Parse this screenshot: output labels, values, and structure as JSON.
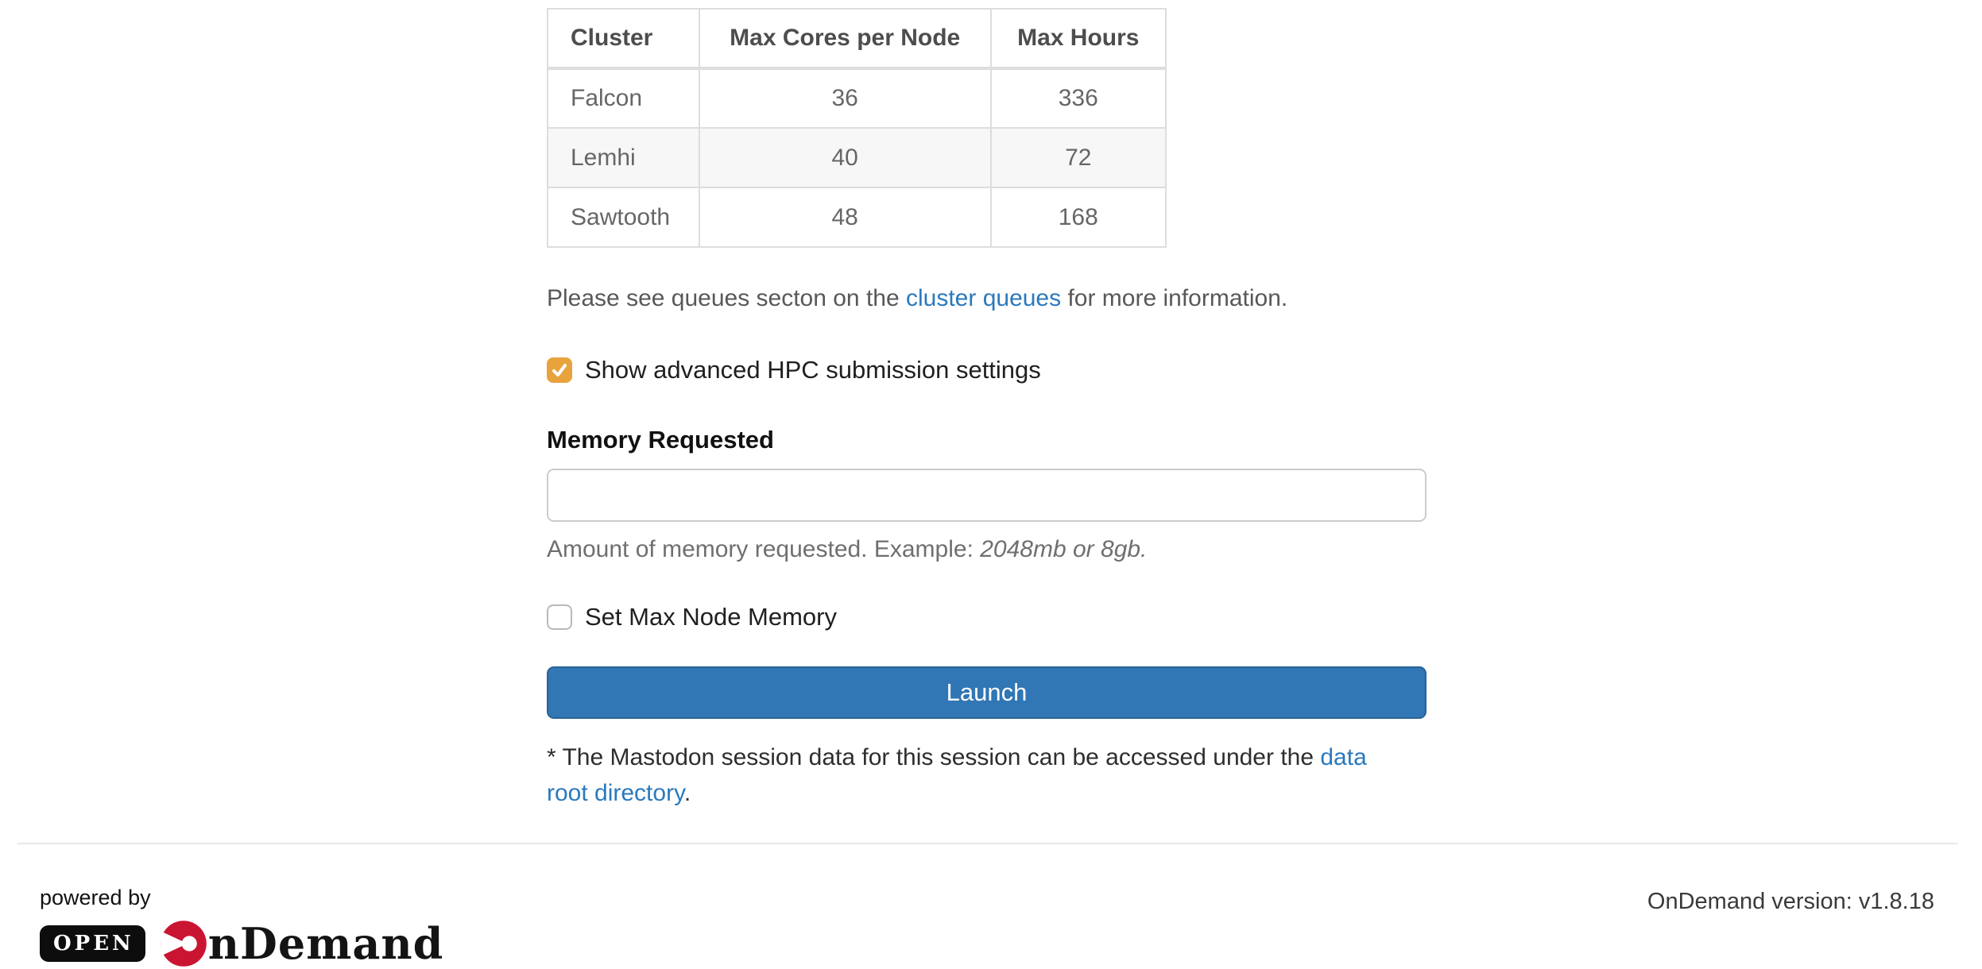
{
  "table": {
    "headers": {
      "cluster": "Cluster",
      "max_cores": "Max Cores per Node",
      "max_hours": "Max Hours"
    },
    "rows": [
      {
        "cluster": "Falcon",
        "max_cores": "36",
        "max_hours": "336"
      },
      {
        "cluster": "Lemhi",
        "max_cores": "40",
        "max_hours": "72"
      },
      {
        "cluster": "Sawtooth",
        "max_cores": "48",
        "max_hours": "168"
      }
    ]
  },
  "queues_note": {
    "prefix": "Please see queues secton on the ",
    "link": "cluster queues",
    "suffix": " for more information."
  },
  "advanced_checkbox": {
    "label": "Show advanced HPC submission settings",
    "checked": true
  },
  "memory_field": {
    "label": "Memory Requested",
    "value": "",
    "help_prefix": "Amount of memory requested. Example: ",
    "help_example": "2048mb or 8gb."
  },
  "max_node_memory_checkbox": {
    "label": "Set Max Node Memory",
    "checked": false
  },
  "launch_button": {
    "label": "Launch"
  },
  "session_note": {
    "prefix": "* The Mastodon session data for this session can be accessed under the ",
    "link": "data root directory",
    "suffix": "."
  },
  "footer": {
    "powered_by": "powered by",
    "logo_open_badge": "OPEN",
    "logo_ondemand_text": "nDemand",
    "version": "OnDemand version: v1.8.18"
  },
  "colors": {
    "link_blue": "#2a79be",
    "button_blue": "#3176b5",
    "checkbox_orange": "#e8a33d",
    "logo_red": "#ca1532",
    "table_border": "#dddddd",
    "striped_row": "#f7f7f7"
  }
}
